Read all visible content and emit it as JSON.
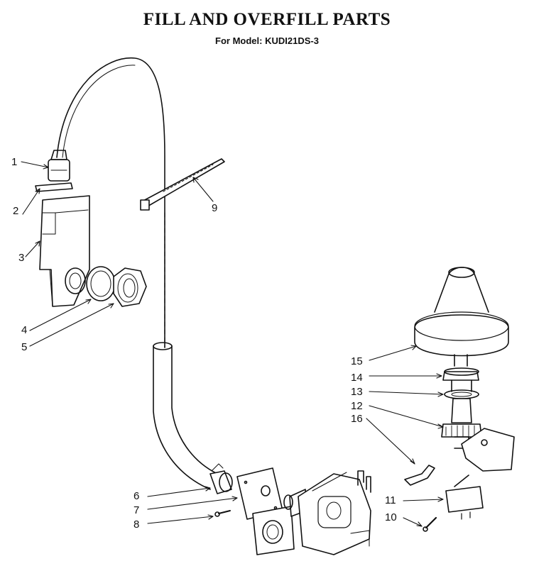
{
  "title": "FILL AND OVERFILL PARTS",
  "subtitle": "For Model: KUDI21DS-3",
  "callouts": [
    "1",
    "2",
    "3",
    "4",
    "5",
    "6",
    "7",
    "8",
    "9",
    "10",
    "11",
    "12",
    "13",
    "14",
    "15",
    "16"
  ]
}
